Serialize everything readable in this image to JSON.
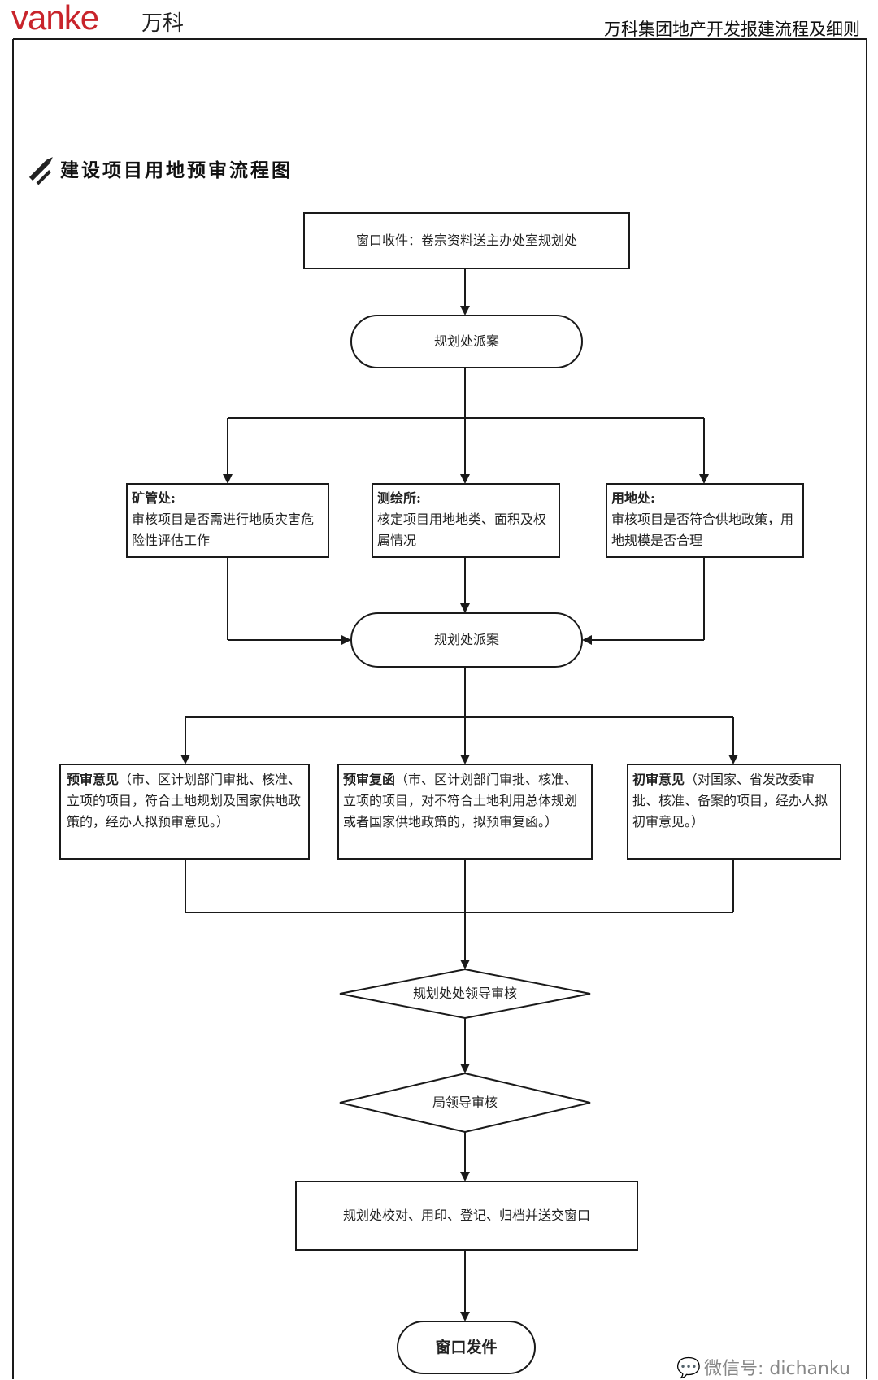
{
  "header": {
    "logo_text": "vanke",
    "logo_cn": "万科",
    "title": "万科集团地产开发报建流程及细则"
  },
  "diagram": {
    "title": "建设项目用地预审流程图",
    "nodes": {
      "window_receive": "窗口收件：卷宗资料送主办处室规划处",
      "dispatch_1": "规划处派案",
      "mining_title": "矿管处:",
      "mining_body": "审核项目是否需进行地质灾害危险性评估工作",
      "survey_title": "测绘所:",
      "survey_body": "核定项目用地地类、面积及权属情况",
      "land_title": "用地处:",
      "land_body": "审核项目是否符合供地政策，用地规模是否合理",
      "dispatch_2": "规划处派案",
      "pre_opinion_title": "预审意见",
      "pre_opinion_body": "（市、区计划部门审批、核准、立项的项目，符合土地规划及国家供地政策的，经办人拟预审意见。）",
      "pre_reply_title": "预审复函",
      "pre_reply_body": "（市、区计划部门审批、核准、立项的项目，对不符合土地利用总体规划或者国家供地政策的，拟预审复函。）",
      "initial_opinion_title": "初审意见",
      "initial_opinion_body": "（对国家、省发改委审批、核准、备案的项目，经办人拟初审意见。）",
      "planning_leader_review": "规划处处领导审核",
      "bureau_leader_review": "局领导审核",
      "proofread": "规划处校对、用印、登记、归档并送交窗口",
      "window_issue": "窗口发件"
    }
  },
  "watermark": {
    "icon": "wechat-icon",
    "text": "微信号: dichanku"
  },
  "colors": {
    "brand": "#c8242b",
    "line": "#1a1a1a"
  }
}
